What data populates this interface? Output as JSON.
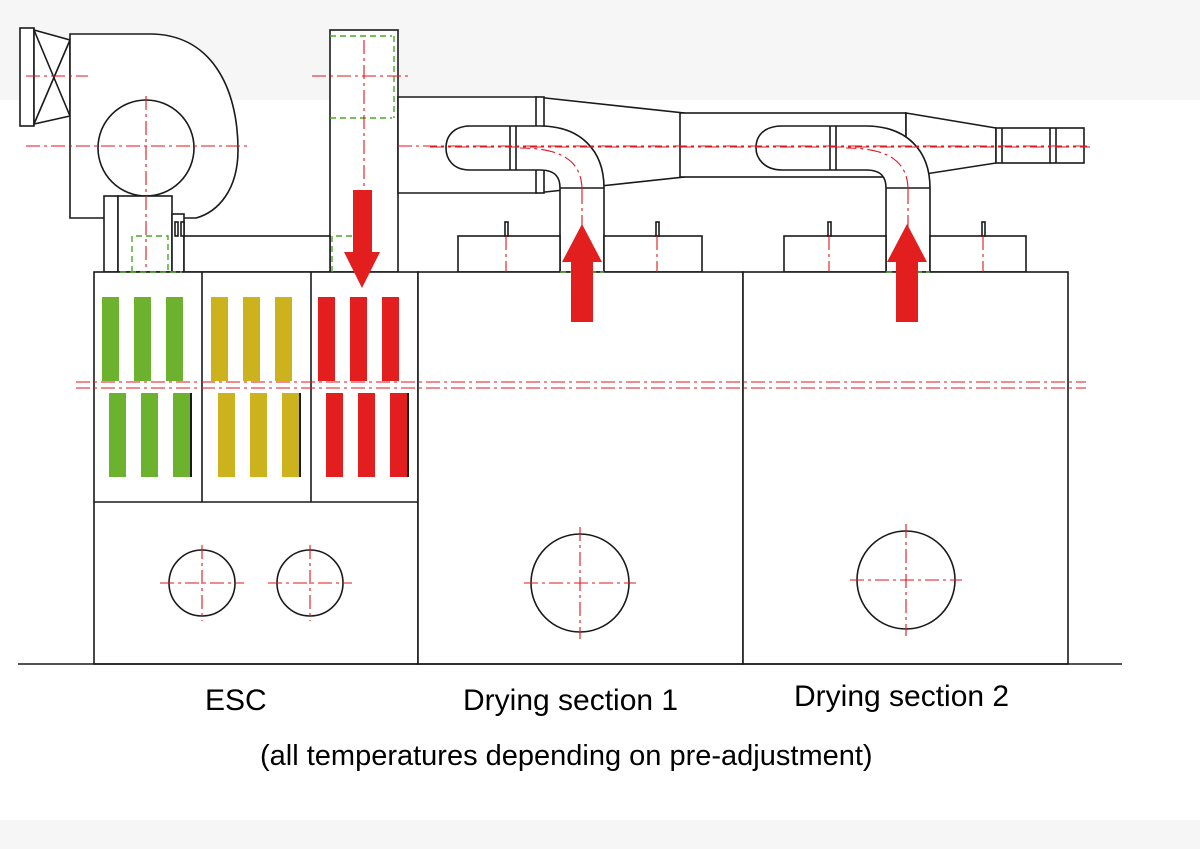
{
  "labels": {
    "esc": "ESC",
    "drying_1": "Drying section 1",
    "drying_2": "Drying section 2"
  },
  "caption": "(all temperatures depending on pre-adjustment)",
  "colors": {
    "outline": "#1a1a1a",
    "centerline": "#e0141c",
    "arrow": "#e21e1e",
    "hidden_line": "#4aa82a",
    "heater_low": "#6cb22e",
    "heater_mid": "#ccb31e",
    "heater_high": "#e21e1e"
  }
}
